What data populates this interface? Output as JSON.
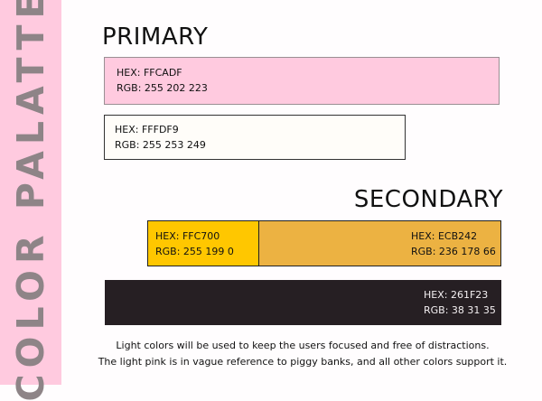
{
  "sidebar": {
    "title": "COLOR PALATTE"
  },
  "primary": {
    "heading": "PRIMARY",
    "swatches": [
      {
        "hex_label": "HEX: FFCADF",
        "rgb_label": "RGB: 255  202 223",
        "color": "#FFCADF"
      },
      {
        "hex_label": "HEX: FFFDF9",
        "rgb_label": "RGB: 255 253 249",
        "color": "#FFFDF9"
      }
    ]
  },
  "secondary": {
    "heading": "SECONDARY",
    "swatches": [
      {
        "hex_label": "HEX: FFC700",
        "rgb_label": "RGB: 255 199 0",
        "color": "#FFC700"
      },
      {
        "hex_label": "HEX: ECB242",
        "rgb_label": "RGB: 236 178 66",
        "color": "#ECB242"
      },
      {
        "hex_label": "HEX: 261F23",
        "rgb_label": "RGB: 38 31 35",
        "color": "#261F23"
      }
    ]
  },
  "caption": {
    "line1": "Light colors will be used to keep the users focused and free of distractions.",
    "line2": "The light pink is in vague reference to piggy banks, and all other colors support it."
  }
}
